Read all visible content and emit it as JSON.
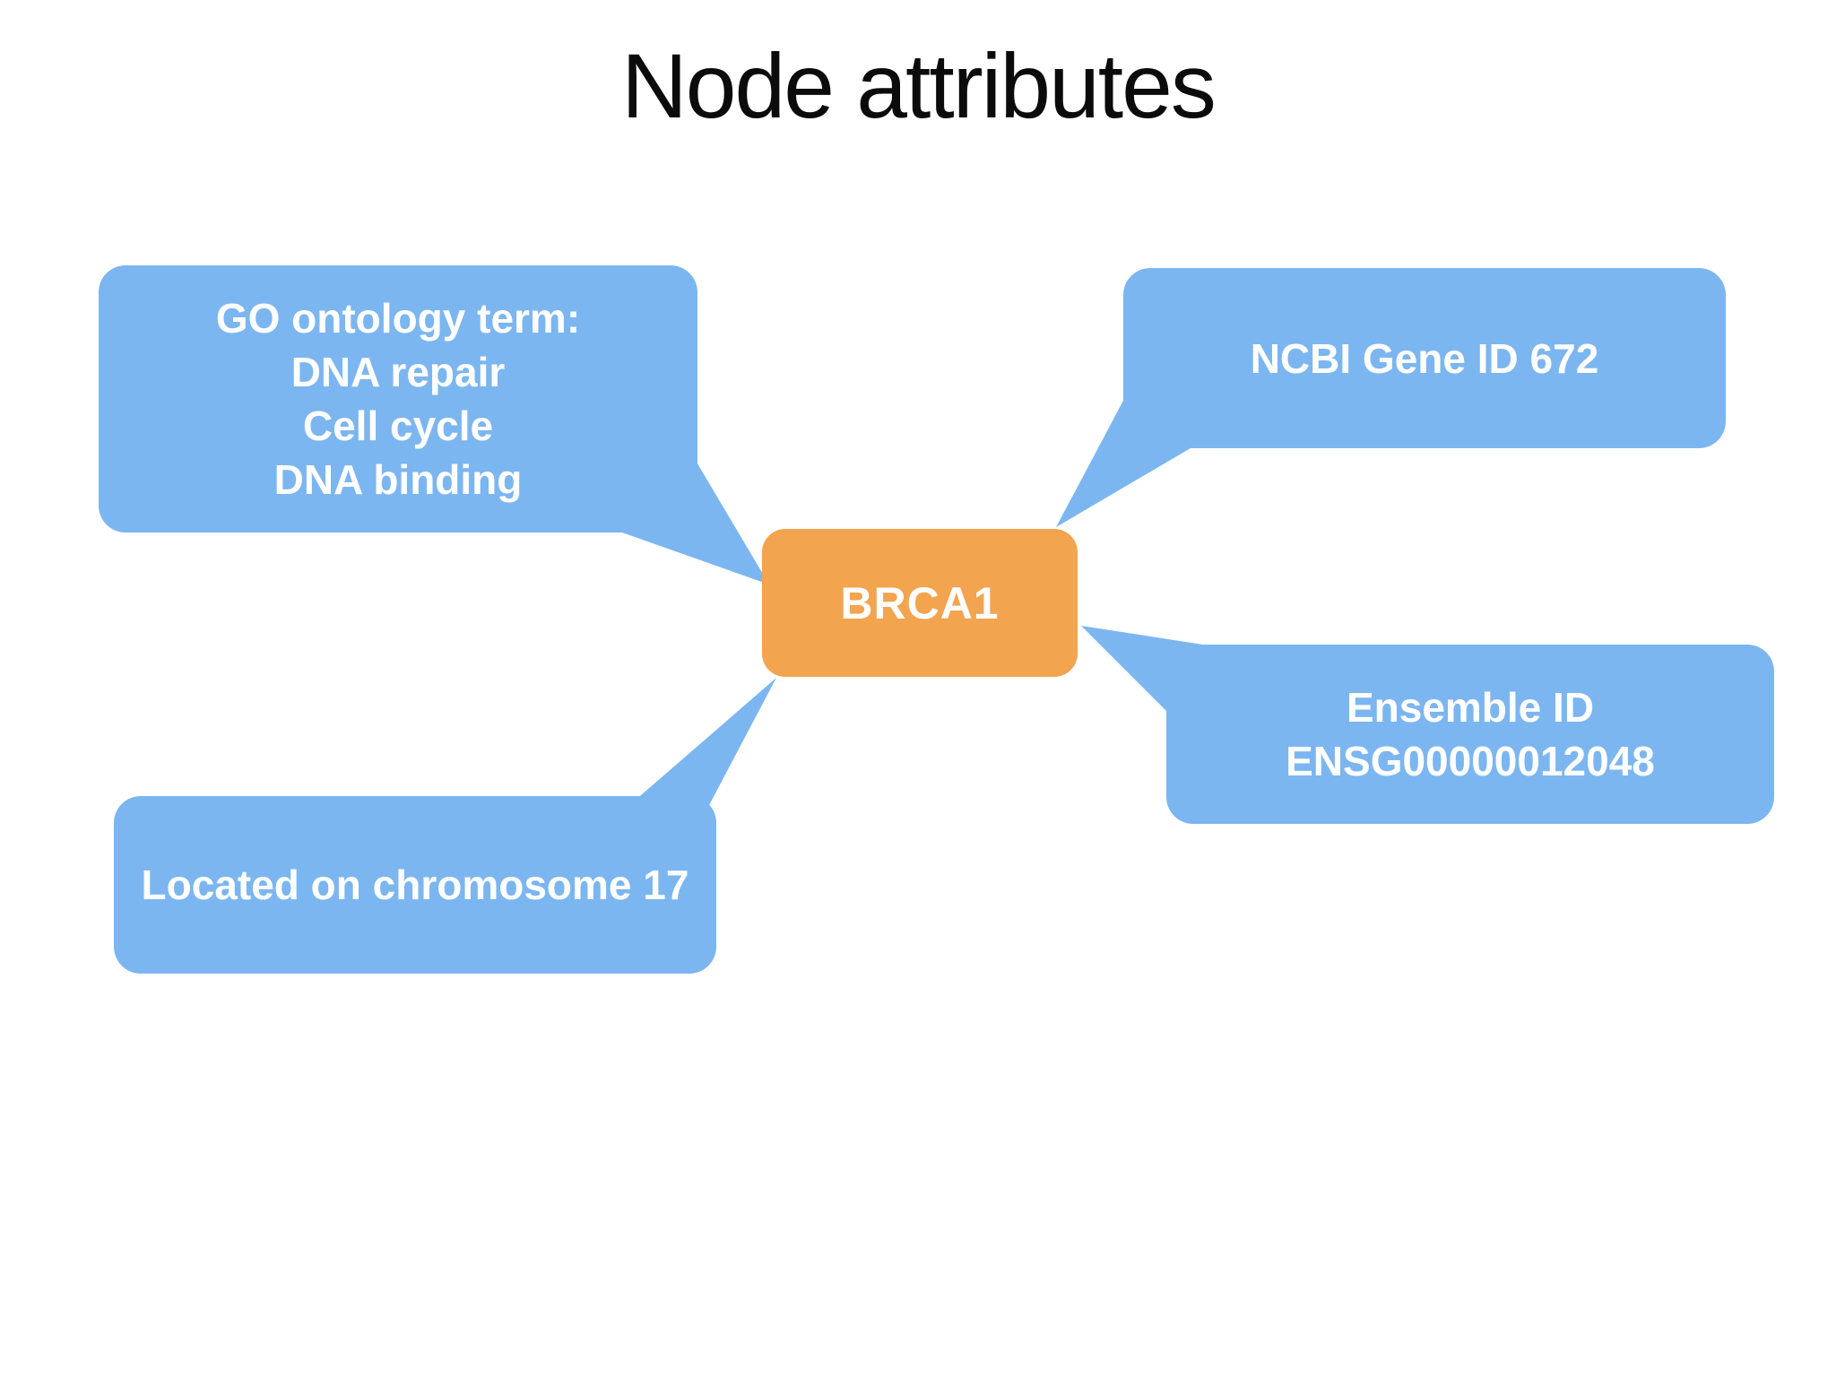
{
  "title": "Node attributes",
  "colors": {
    "callout": "#7cb6f0",
    "node": "#f2a44f",
    "callout_text": "#ffffff",
    "title_text": "#0b0b0b"
  },
  "node": {
    "label": "BRCA1"
  },
  "callouts": [
    {
      "id": "go-terms",
      "lines": [
        "GO ontology term:",
        "DNA repair",
        "Cell cycle",
        "DNA binding"
      ]
    },
    {
      "id": "ncbi-gene-id",
      "lines": [
        "NCBI Gene ID 672"
      ]
    },
    {
      "id": "ensemble-id",
      "lines": [
        "Ensemble ID",
        "ENSG00000012048"
      ]
    },
    {
      "id": "chromosome",
      "lines": [
        "Located on chromosome 17"
      ]
    }
  ]
}
